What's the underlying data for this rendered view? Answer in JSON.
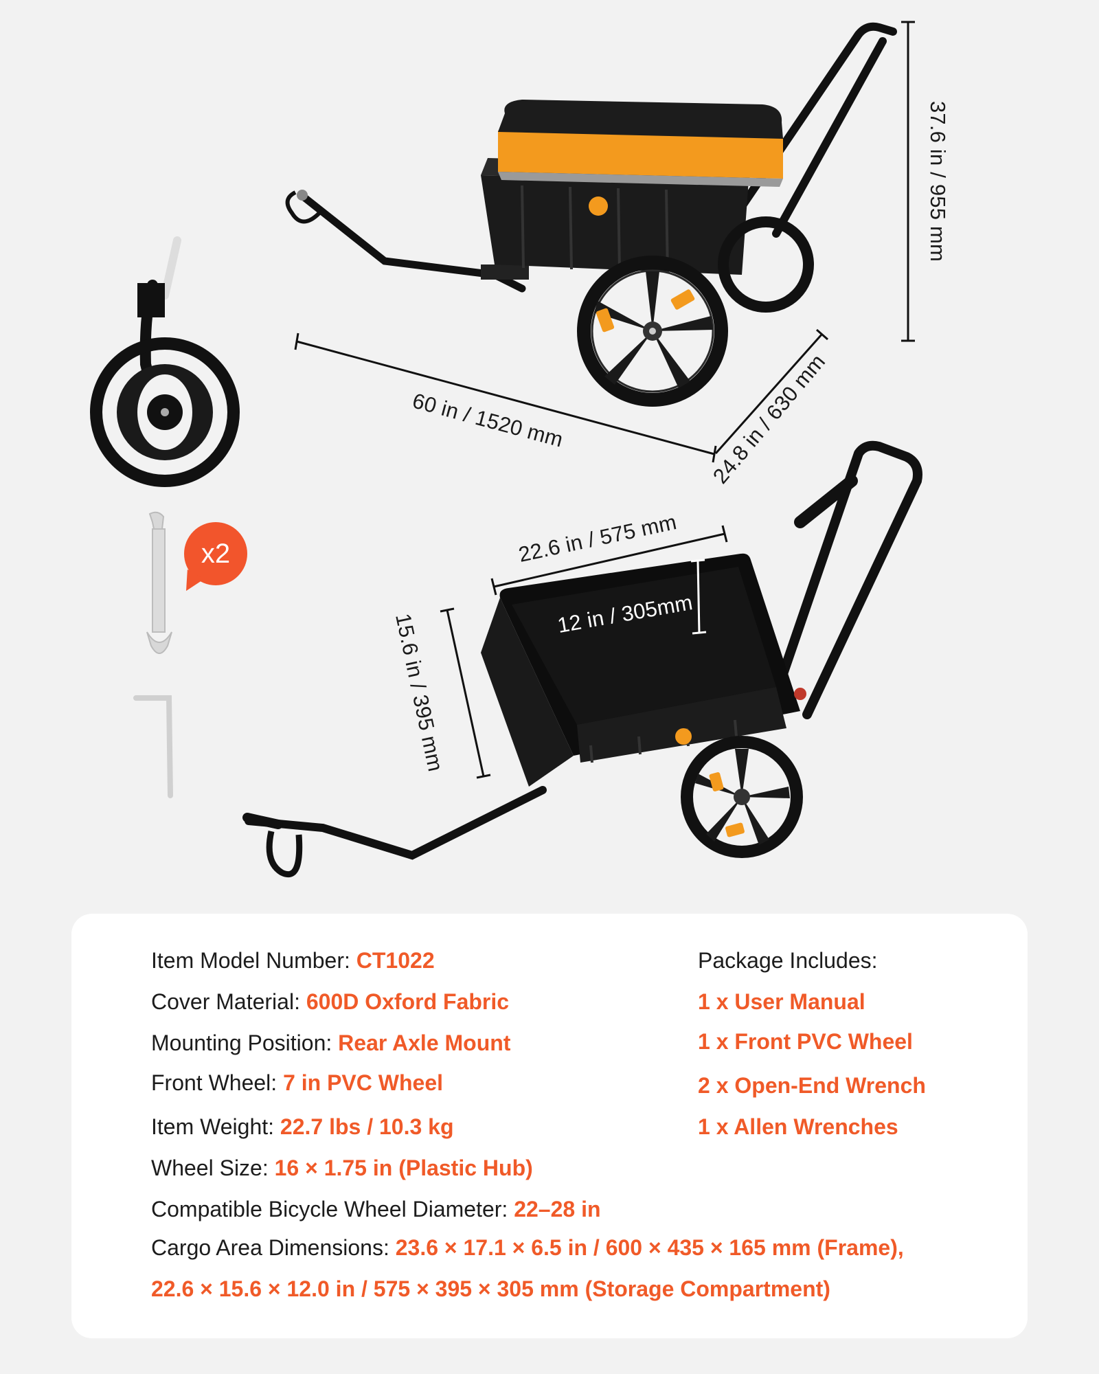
{
  "dimensions": {
    "height": "37.6 in / 955 mm",
    "length": "60 in / 1520 mm",
    "width": "24.8 in / 630 mm",
    "box_width": "22.6 in / 575 mm",
    "box_depth": "12 in / 305mm",
    "box_length": "15.6 in / 395 mm"
  },
  "accessory_badge": "x2",
  "specs": [
    {
      "label": "Item Model Number: ",
      "value": "CT1022"
    },
    {
      "label": "Cover Material: ",
      "value": "600D Oxford Fabric"
    },
    {
      "label": "Mounting Position: ",
      "value": "Rear Axle Mount"
    },
    {
      "label": "Front Wheel: ",
      "value": "7 in PVC Wheel"
    },
    {
      "label": "Item Weight: ",
      "value": "22.7 lbs / 10.3 kg"
    },
    {
      "label": "Wheel Size: ",
      "value": "16 × 1.75 in (Plastic Hub)"
    },
    {
      "label": "Compatible Bicycle Wheel Diameter:  ",
      "value": "22–28 in"
    },
    {
      "label": "Cargo Area Dimensions: ",
      "value": "23.6 × 17.1 × 6.5 in / 600 × 435 × 165 mm  (Frame),"
    },
    {
      "label": "",
      "value": "22.6 × 15.6 × 12.0 in / 575 × 395 × 305 mm (Storage Compartment)"
    }
  ],
  "package": {
    "title": "Package Includes:",
    "items": [
      "1  x User Manual",
      "1 x Front PVC Wheel",
      "2 x Open-End Wrench",
      "1 x Allen Wrenches"
    ]
  },
  "colors": {
    "accent": "#f05a28",
    "cover_orange": "#f39a1e",
    "background": "#f2f2f2",
    "panel": "#ffffff"
  }
}
